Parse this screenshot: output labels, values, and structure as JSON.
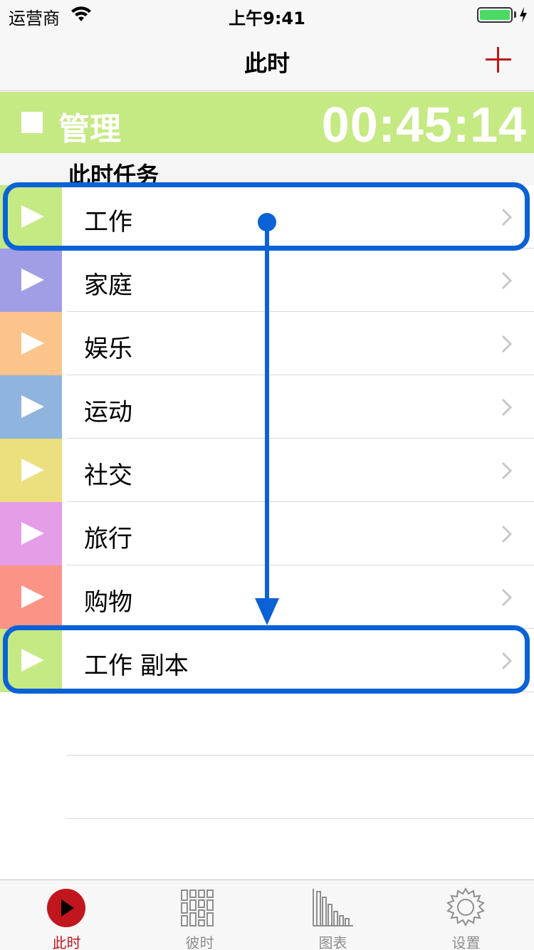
{
  "status_bar": {
    "carrier": "运营商",
    "time": "上午9:41"
  },
  "nav": {
    "title": "此时",
    "add_icon": "plus-icon"
  },
  "timer": {
    "label": "管理",
    "value": "00:45:14",
    "color": "#c5e983"
  },
  "section": {
    "title": "此时任务"
  },
  "tasks": [
    {
      "label": "工作",
      "color": "#c5e983"
    },
    {
      "label": "家庭",
      "color": "#a29ee6"
    },
    {
      "label": "娱乐",
      "color": "#fbc48b"
    },
    {
      "label": "运动",
      "color": "#8fb4dd"
    },
    {
      "label": "社交",
      "color": "#ecdf7e"
    },
    {
      "label": "旅行",
      "color": "#e59de8"
    },
    {
      "label": "购物",
      "color": "#fb9486"
    },
    {
      "label": "工作 副本",
      "color": "#c5e983"
    }
  ],
  "tabs": [
    {
      "label": "此时",
      "icon": "play-circle-icon",
      "active": true
    },
    {
      "label": "彼时",
      "icon": "grid-icon",
      "active": false
    },
    {
      "label": "图表",
      "icon": "bar-chart-icon",
      "active": false
    },
    {
      "label": "设置",
      "icon": "gear-icon",
      "active": false
    }
  ],
  "colors": {
    "accent": "#c1161d",
    "annotation": "#0a62d6"
  }
}
